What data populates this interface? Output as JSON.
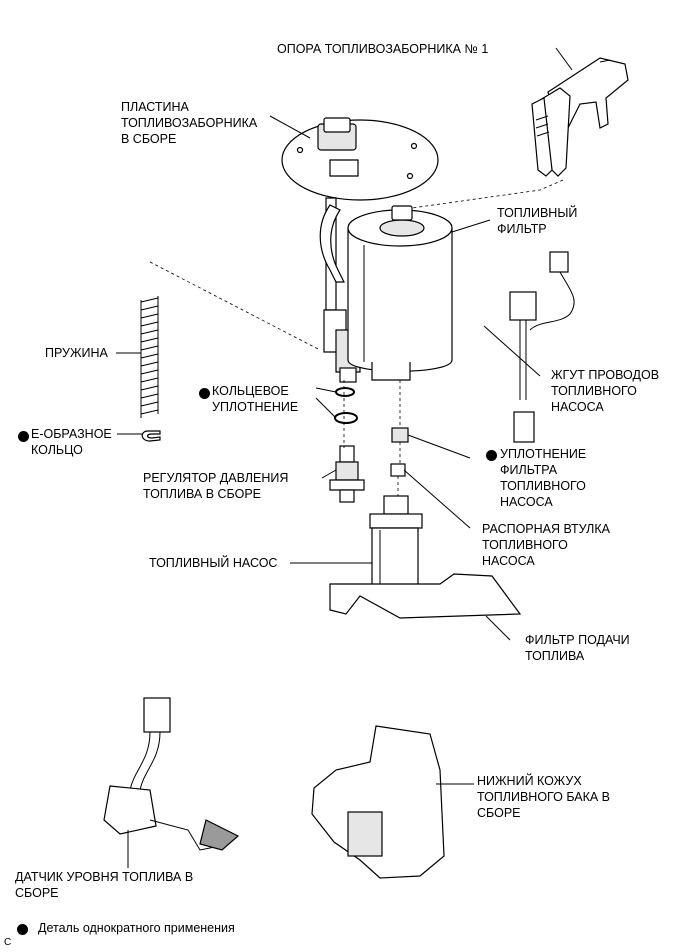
{
  "labels": {
    "bracket": "ОПОРА ТОПЛИВОЗАБОРНИКА № 1",
    "plate": "ПЛАСТИНА\nТОПЛИВОЗАБОРНИКА\nВ СБОРЕ",
    "filter": "ТОПЛИВНЫЙ\nФИЛЬТР",
    "spring": "ПРУЖИНА",
    "oring": "КОЛЬЦЕВОЕ\nУПЛОТНЕНИЕ",
    "ering": "Е-ОБРАЗНОЕ\nКОЛЬЦО",
    "harness": "ЖГУТ ПРОВОДОВ\nТОПЛИВНОГО\nНАСОСА",
    "filter_seal": "УПЛОТНЕНИЕ\nФИЛЬТРА\nТОПЛИВНОГО\nНАСОСА",
    "regulator": "РЕГУЛЯТОР ДАВЛЕНИЯ\nТОПЛИВА В СБОРЕ",
    "spacer": "РАСПОРНАЯ ВТУЛКА\nТОПЛИВНОГО\nНАСОСА",
    "pump": "ТОПЛИВНЫЙ НАСОС",
    "suction_filter": "ФИЛЬТР ПОДАЧИ\nТОПЛИВА",
    "lower_case": "НИЖНИЙ КОЖУХ\nТОПЛИВНОГО БАКА В\nСБОРЕ",
    "level_sensor": "ДАТЧИК УРОВНЯ ТОПЛИВА В\nСБОРЕ"
  },
  "legend": {
    "text": "Деталь однократного применения"
  },
  "corner_code": "C"
}
